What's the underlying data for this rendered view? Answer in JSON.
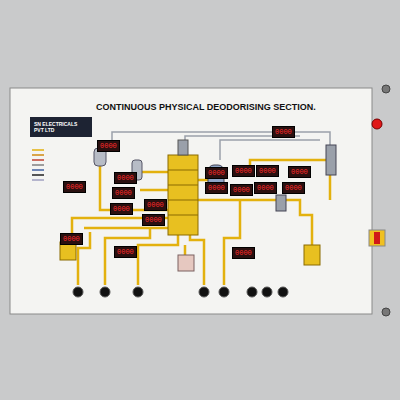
{
  "diagram": {
    "title": "CONTINUOUS PHYSICAL DEODORISING SECTION.",
    "nodes": [
      {
        "text": [
          "SN ELECTRICALS PVT LTD"
        ]
      }
    ],
    "labels": [
      "0000",
      "0000",
      "0000",
      "0000",
      "0000",
      "0000",
      "0000",
      "0000",
      "0000",
      "0000",
      "0000",
      "0000",
      "0000",
      "0000",
      "0000",
      "0000",
      "0000",
      "0000",
      "0000"
    ]
  }
}
